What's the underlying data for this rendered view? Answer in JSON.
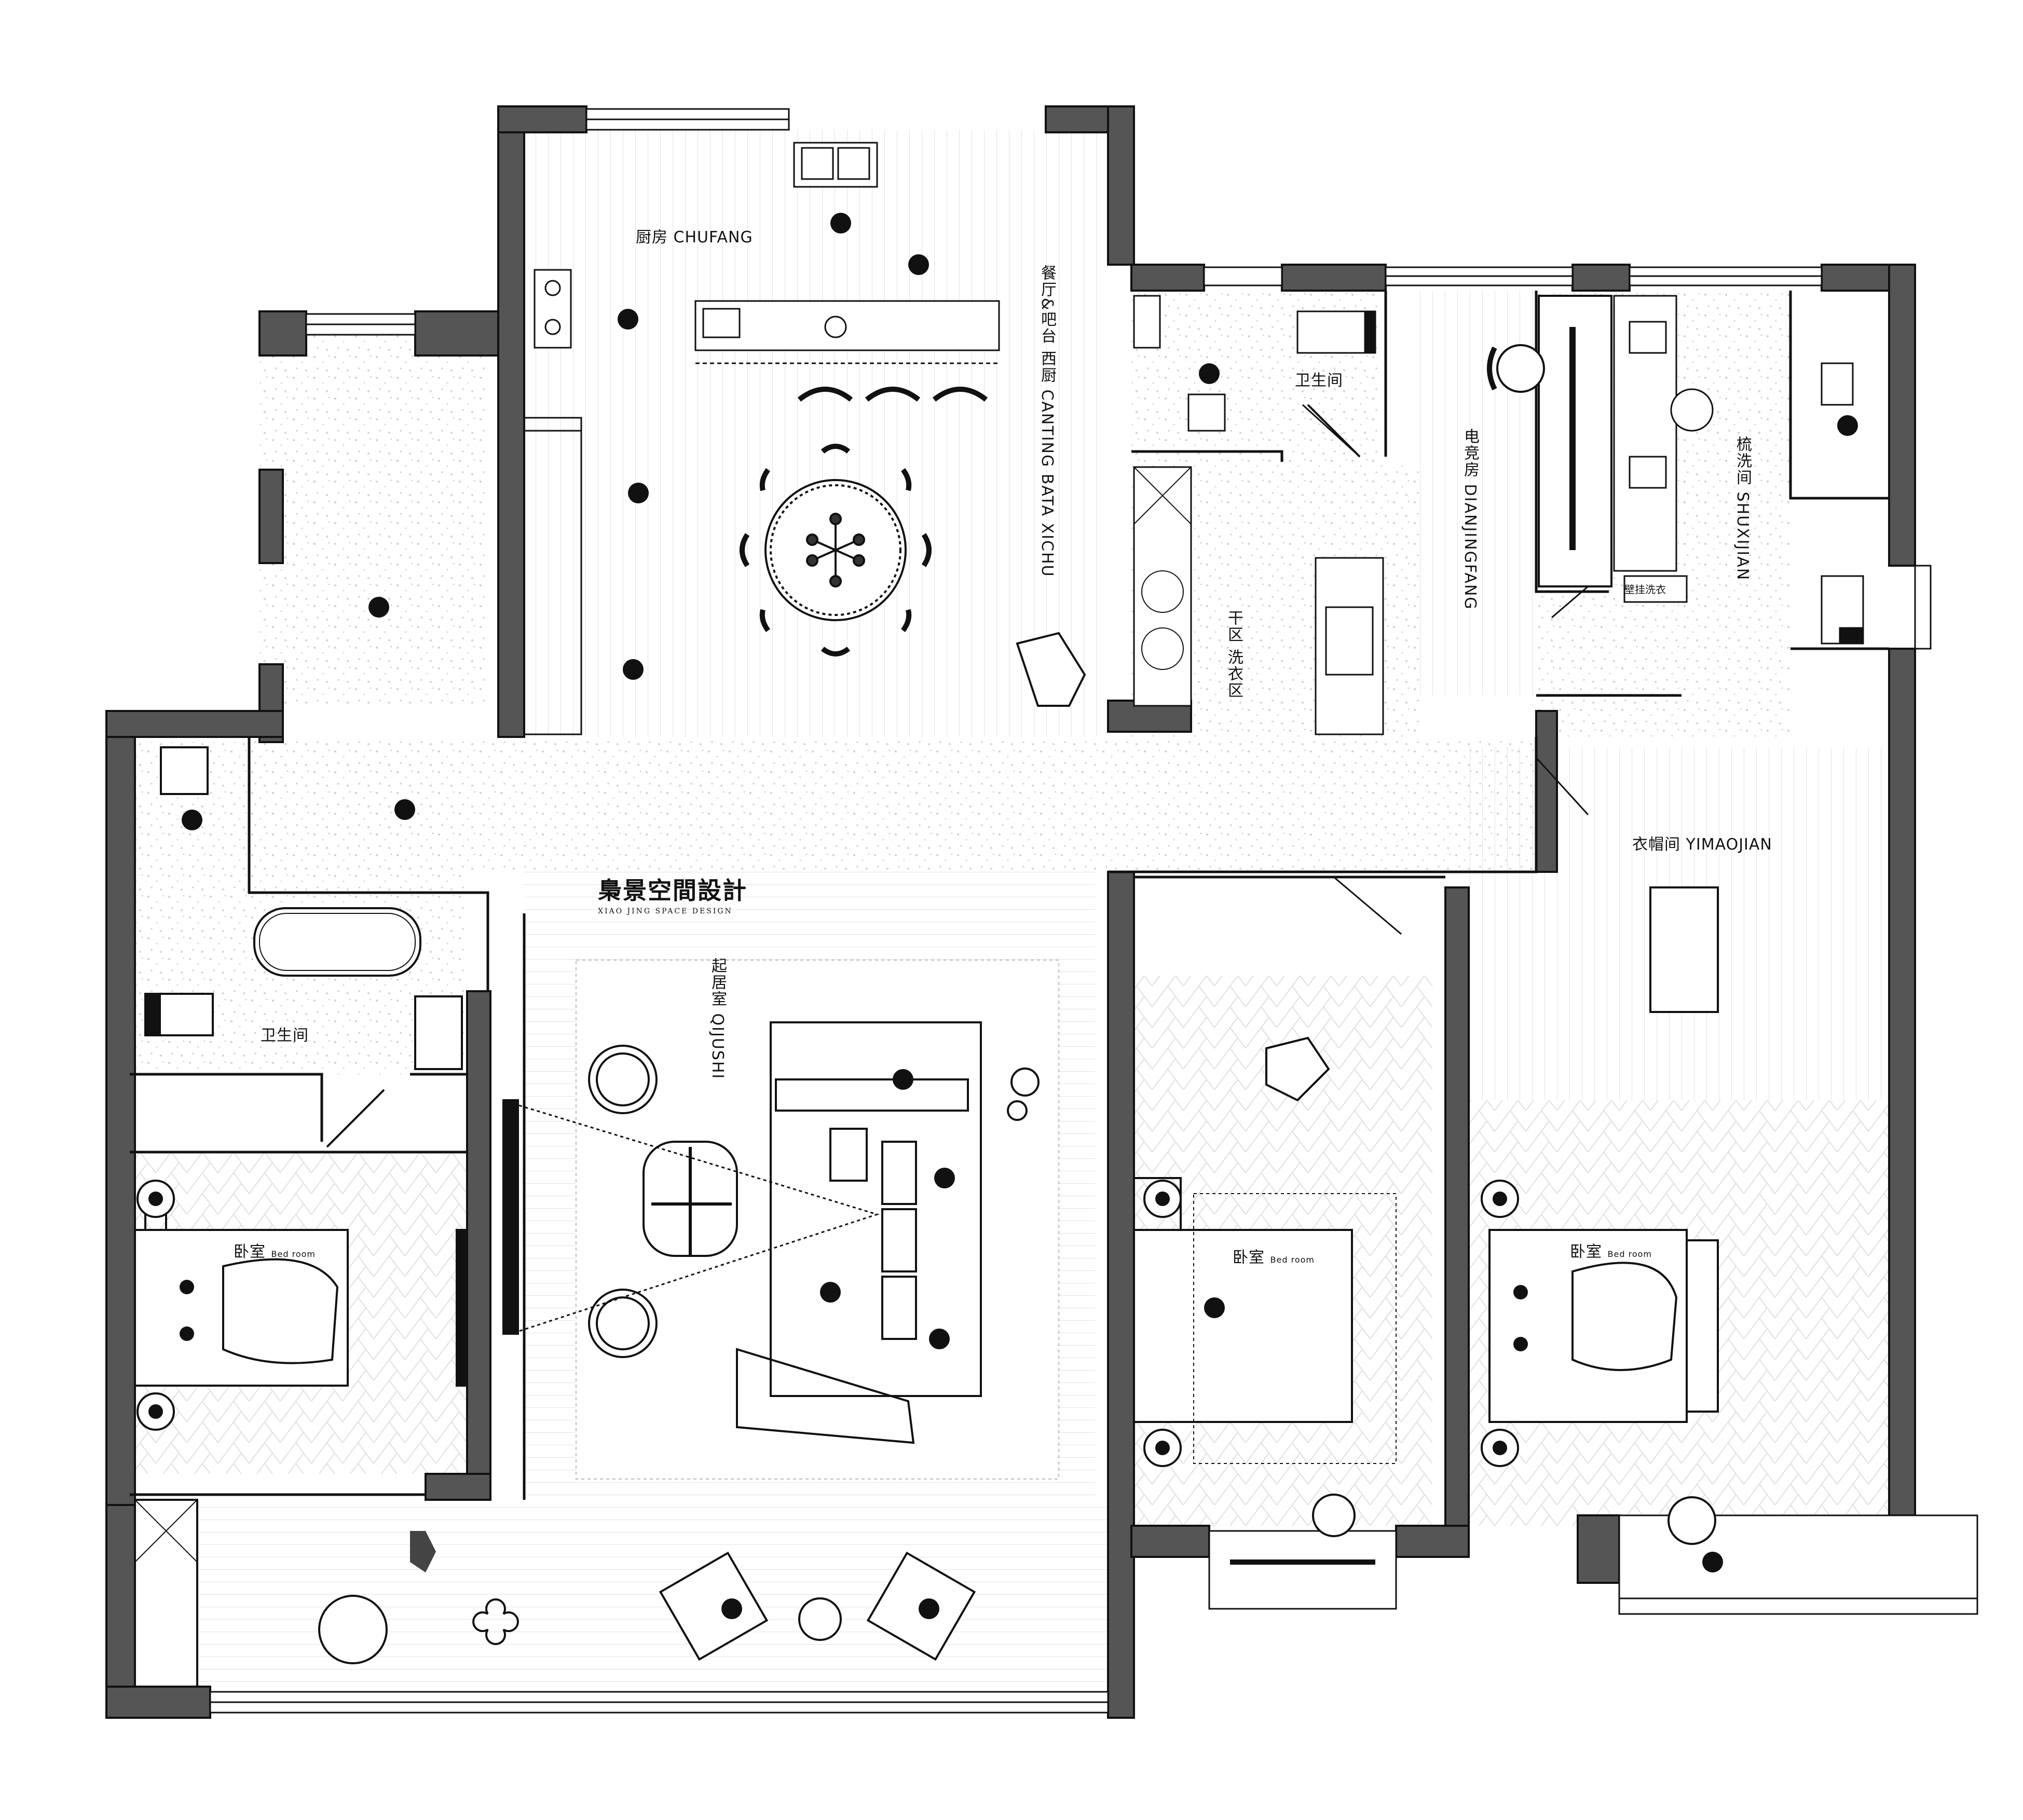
{
  "brand": {
    "name_cn": "梟景空間設計",
    "name_en": "XIAO JING SPACE DESIGN"
  },
  "rooms": {
    "kitchen": "厨房 CHUFANG",
    "dining": "餐厅&吧台 西厨 CANTING BATA XICHU",
    "bath_top": "卫生间",
    "esports": "电竞房 DIANJINGFANG",
    "wash": "梳洗间 SHUXIJIAN",
    "wall_laundry": "壁挂洗衣",
    "dry_zone": "干区 洗衣区",
    "closet": "衣帽间 YIMAOJIAN",
    "living": "起居室 QIJUSHI",
    "bath_left": "卫生间",
    "bed1_cn": "卧室",
    "bed1_en": "Bed room",
    "bed2_cn": "卧室",
    "bed2_en": "Bed room",
    "bed3_cn": "卧室",
    "bed3_en": "Bed room"
  },
  "colors": {
    "wall": "#555555",
    "line": "#111111",
    "hatch": "#d8d8d8",
    "floor": "#ffffff"
  }
}
